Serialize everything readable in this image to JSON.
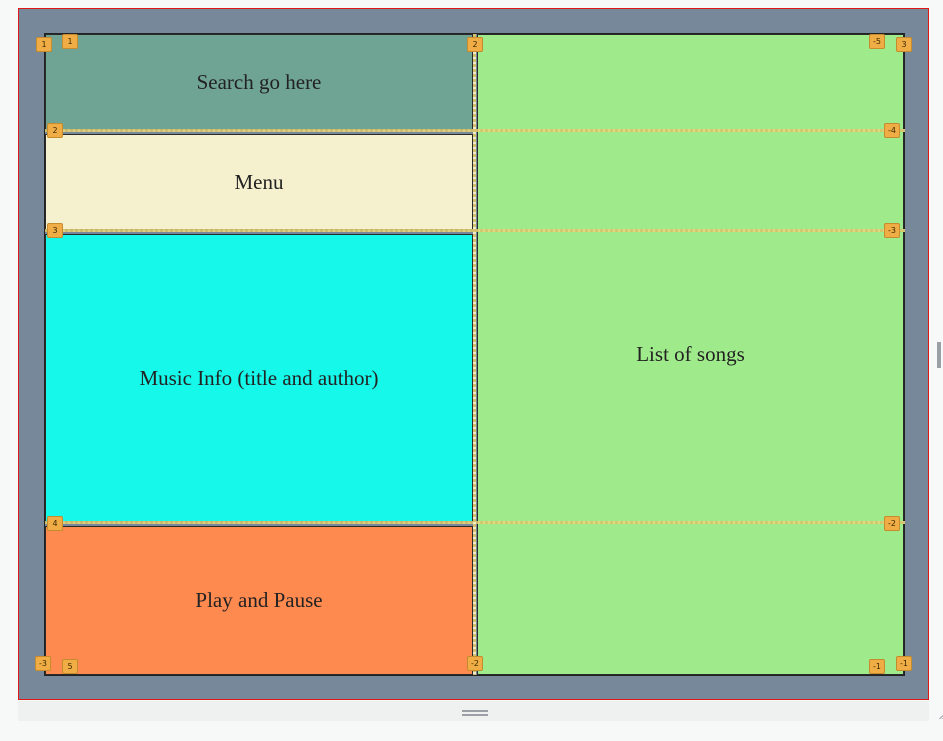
{
  "layout": {
    "cells": {
      "search": "Search go here",
      "menu": "Menu",
      "music_info": "Music Info (title and author)",
      "play_pause": "Play and Pause",
      "song_list": "List of songs"
    }
  },
  "grid_overlay": {
    "row_badges_left": [
      "1",
      "2",
      "3",
      "4",
      "-3"
    ],
    "column_badges_top": [
      "1",
      "2",
      "-5"
    ],
    "right_badges": [
      "3",
      "-4",
      "-3",
      "-2",
      "-1"
    ],
    "bottom_badges": [
      "5",
      "-2",
      "-1"
    ]
  },
  "colors": {
    "frame_outline": "#e01818",
    "container_bg": "#77889a",
    "search_bg": "#6fa394",
    "menu_bg": "#f5f1cf",
    "music_info_bg": "#15f8ea",
    "play_pause_bg": "#ff8a50",
    "song_list_bg": "#9fea8a",
    "badge_bg": "#f0ad45"
  }
}
